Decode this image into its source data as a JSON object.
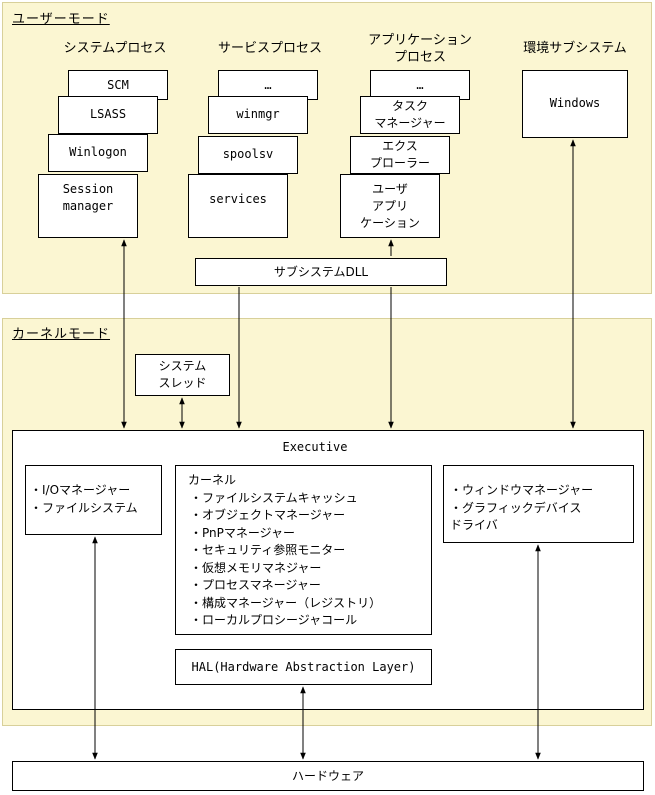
{
  "user_mode": {
    "label": "ユーザーモード",
    "system_processes": {
      "title": "システムプロセス",
      "items": [
        "SCM",
        "LSASS",
        "Winlogon",
        "Session\nmanager"
      ]
    },
    "service_processes": {
      "title": "サービスプロセス",
      "items": [
        "…",
        "winmgr",
        "spoolsv",
        "services"
      ]
    },
    "application_processes": {
      "title": "アプリケーション\nプロセス",
      "items": [
        "…",
        "タスク\nマネージャー",
        "エクス\nプローラー",
        "ユーザ\nアプリ\nケーション"
      ]
    },
    "environment_subsystem": {
      "title": "環境サブシステム",
      "item": "Windows"
    },
    "subsystem_dll": "サブシステムDLL"
  },
  "kernel_mode": {
    "label": "カーネルモード",
    "system_threads": "システム\nスレッド",
    "executive": {
      "title": "Executive",
      "io_box": [
        "I/Oマネージャー",
        "ファイルシステム"
      ],
      "kernel_box": {
        "title": "カーネル",
        "items": [
          "ファイルシステムキャッシュ",
          "オブジェクトマネージャー",
          "PnPマネージャー",
          "セキュリティ参照モニター",
          "仮想メモリマネジャー",
          "プロセスマネージャー",
          "構成マネージャー（レジストリ）",
          "ローカルプロシージャコール"
        ]
      },
      "window_box": [
        "ウィンドウマネージャー",
        "グラフィックデバイス\nドライバ"
      ],
      "hal": "HAL(Hardware Abstraction Layer)"
    }
  },
  "hardware": "ハードウェア",
  "colors": {
    "region_fill": "#fbf6d2",
    "region_border": "#d8d09a",
    "line": "#000000"
  }
}
